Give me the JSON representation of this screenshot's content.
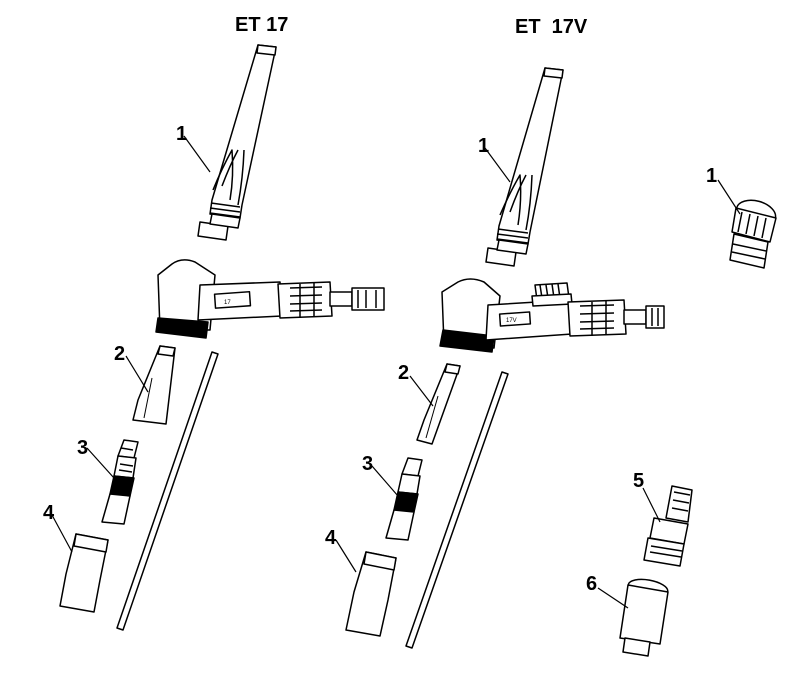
{
  "titles": {
    "left": "ET 17",
    "right": "ET  17V"
  },
  "callouts": {
    "left": [
      "1",
      "2",
      "3",
      "4"
    ],
    "right": [
      "1",
      "2",
      "3",
      "4"
    ],
    "extras": [
      "1",
      "5",
      "6"
    ]
  },
  "handle_labels": {
    "left": "17",
    "right": "17V"
  }
}
